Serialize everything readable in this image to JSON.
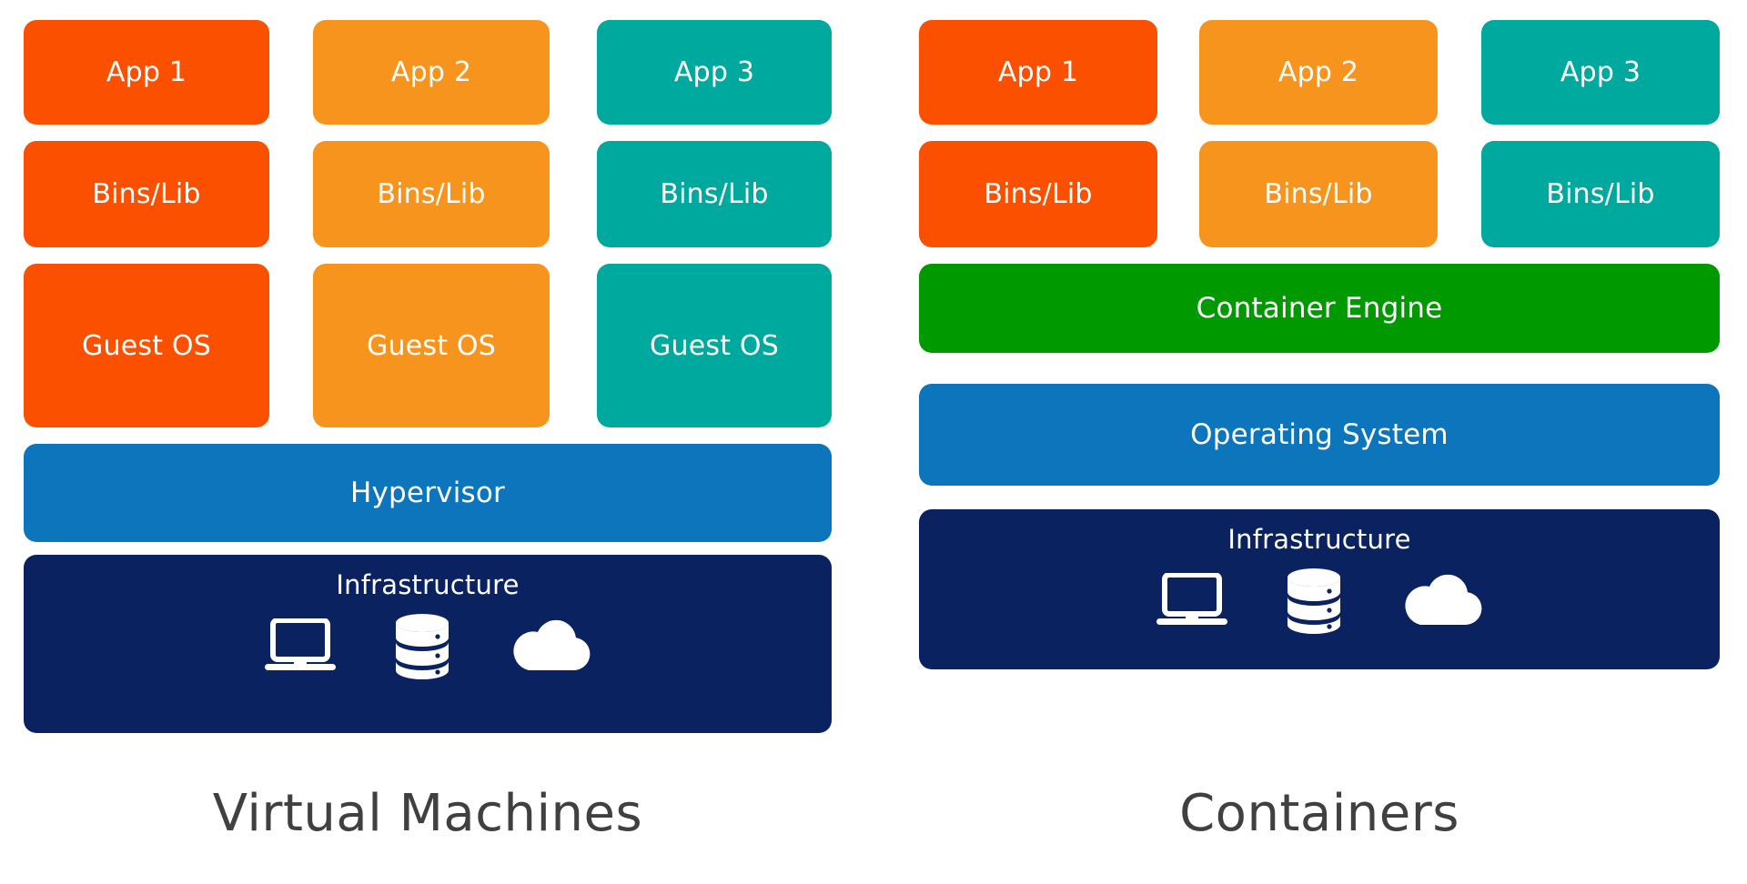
{
  "diagram": {
    "title_left": "Virtual Machines",
    "title_right": "Containers",
    "background": "#ffffff",
    "caption_color": "#404040"
  },
  "palette": {
    "orange_red": "#FA5000",
    "orange": "#F7941D",
    "teal": "#00A99D",
    "blue": "#0D75BC",
    "green": "#009900",
    "navy": "#0A2260",
    "text_on_box": "#ffffff"
  },
  "vm": {
    "columns": [
      {
        "app": "App 1",
        "bins": "Bins/Lib",
        "guest": "Guest OS",
        "color": "#FA5000"
      },
      {
        "app": "App 2",
        "bins": "Bins/Lib",
        "guest": "Guest OS",
        "color": "#F7941D"
      },
      {
        "app": "App 3",
        "bins": "Bins/Lib",
        "guest": "Guest OS",
        "color": "#00A99D"
      }
    ],
    "hypervisor": "Hypervisor",
    "infrastructure": "Infrastructure",
    "icons": [
      "laptop-icon",
      "database-icon",
      "cloud-icon"
    ]
  },
  "container": {
    "columns": [
      {
        "app": "App 1",
        "bins": "Bins/Lib",
        "color": "#FA5000"
      },
      {
        "app": "App 2",
        "bins": "Bins/Lib",
        "color": "#F7941D"
      },
      {
        "app": "App 3",
        "bins": "Bins/Lib",
        "color": "#00A99D"
      }
    ],
    "engine": "Container Engine",
    "operating_system": "Operating System",
    "infrastructure": "Infrastructure",
    "icons": [
      "laptop-icon",
      "database-icon",
      "cloud-icon"
    ]
  }
}
